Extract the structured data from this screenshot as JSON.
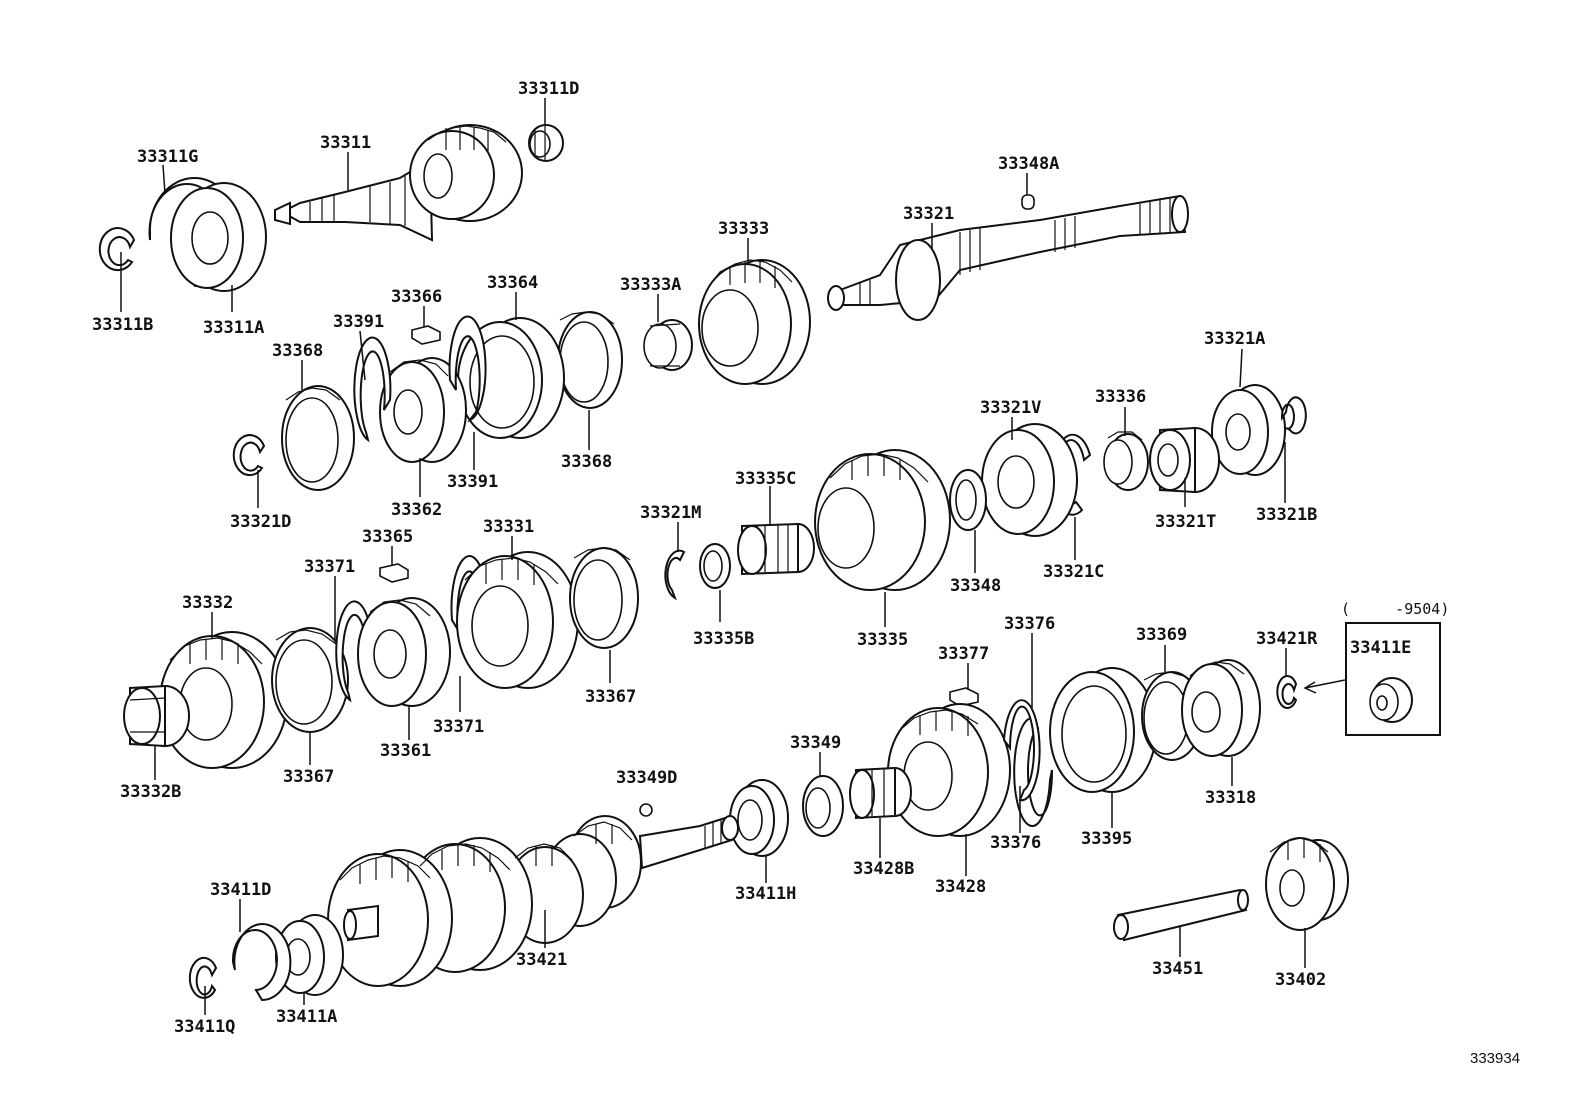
{
  "diagram": {
    "reference_number": "333934",
    "parts": [
      {
        "num": "33311D"
      },
      {
        "num": "33311G"
      },
      {
        "num": "33311"
      },
      {
        "num": "33348A"
      },
      {
        "num": "33321"
      },
      {
        "num": "33333"
      },
      {
        "num": "33364"
      },
      {
        "num": "33333A"
      },
      {
        "num": "33366"
      },
      {
        "num": "33391"
      },
      {
        "num": "33311B"
      },
      {
        "num": "33311A"
      },
      {
        "num": "33368"
      },
      {
        "num": "33321A"
      },
      {
        "num": "33321V"
      },
      {
        "num": "33336"
      },
      {
        "num": "33391"
      },
      {
        "num": "33368"
      },
      {
        "num": "33362"
      },
      {
        "num": "33321D"
      },
      {
        "num": "33335C"
      },
      {
        "num": "33321M"
      },
      {
        "num": "33321T"
      },
      {
        "num": "33321B"
      },
      {
        "num": "33365"
      },
      {
        "num": "33331"
      },
      {
        "num": "33371"
      },
      {
        "num": "33348"
      },
      {
        "num": "33321C"
      },
      {
        "num": "33332"
      },
      {
        "num": "33335B"
      },
      {
        "num": "33335"
      },
      {
        "num": "33376"
      },
      {
        "num": "33369"
      },
      {
        "num": "33421R"
      },
      {
        "num": "33411E"
      },
      {
        "num": "33377"
      },
      {
        "num": "33367"
      },
      {
        "num": "33371"
      },
      {
        "num": "33361"
      },
      {
        "num": "33367"
      },
      {
        "num": "33349"
      },
      {
        "num": "33332B"
      },
      {
        "num": "33349D"
      },
      {
        "num": "33318"
      },
      {
        "num": "33395"
      },
      {
        "num": "33376"
      },
      {
        "num": "33428B"
      },
      {
        "num": "33411H"
      },
      {
        "num": "33428"
      },
      {
        "num": "33411D"
      },
      {
        "num": "33421"
      },
      {
        "num": "33451"
      },
      {
        "num": "33402"
      },
      {
        "num": "33411Q"
      },
      {
        "num": "33411A"
      }
    ],
    "inset_note": "(     -9504)"
  }
}
